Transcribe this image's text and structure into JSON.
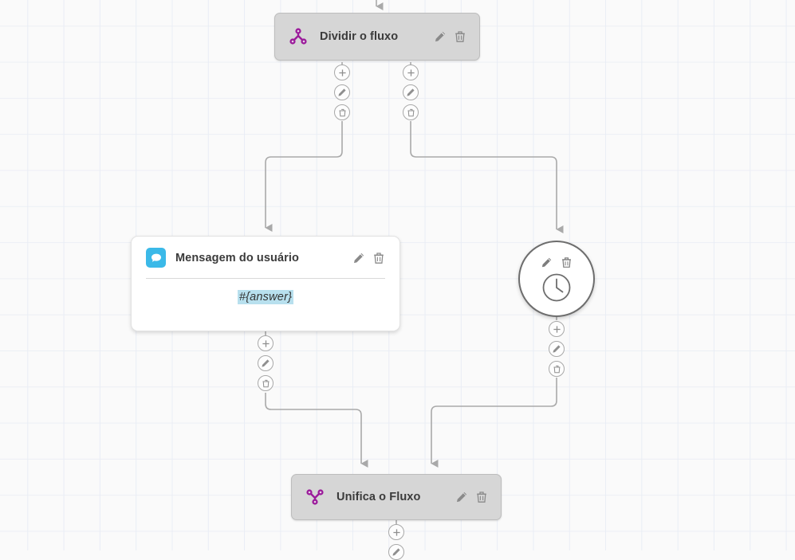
{
  "canvas": {
    "grid": "dotted-grid",
    "background_color": "#fafafa",
    "grid_line_color": "#e9edf5"
  },
  "colors": {
    "node_gray": "#d6d6d6",
    "node_gray_border": "#bdbdbd",
    "purple_icon": "#9b1b9b",
    "chat_blue": "#3bb9e8",
    "variable_highlight": "#b8e0ee",
    "edge_line": "#a9a9a9",
    "handle_border": "#a8a8a8",
    "title_text": "#3b3b3b"
  },
  "nodes": {
    "split": {
      "title": "Dividir o fluxo",
      "icon": "split-flow-icon",
      "edit_label": "Editar",
      "delete_label": "Excluir"
    },
    "message": {
      "title": "Mensagem do usuário",
      "icon": "chat-bubble-icon",
      "variable": "#{answer}",
      "edit_label": "Editar",
      "delete_label": "Excluir"
    },
    "timer": {
      "title": "",
      "icon": "clock-icon",
      "edit_label": "Editar",
      "delete_label": "Excluir"
    },
    "merge": {
      "title": "Unifica o Fluxo",
      "icon": "merge-flow-icon",
      "edit_label": "Editar",
      "delete_label": "Excluir"
    }
  },
  "handles": {
    "add_label": "+",
    "add_name": "plus-icon",
    "edit_name": "pencil-icon",
    "delete_name": "trash-icon"
  }
}
